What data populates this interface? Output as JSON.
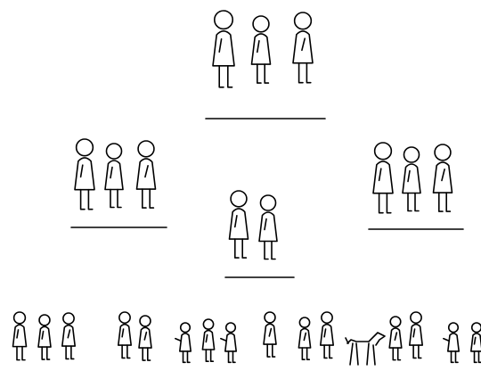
{
  "colors": {
    "ink": "#000000",
    "background": "#ffffff"
  },
  "scene": {
    "description_items": {
      "top_group": "family-group-of-three",
      "left_group": "family-group-of-three",
      "right_group": "family-group-of-three",
      "center_group": "family-group-of-two",
      "bottom_row": "crowd-with-dog"
    }
  }
}
